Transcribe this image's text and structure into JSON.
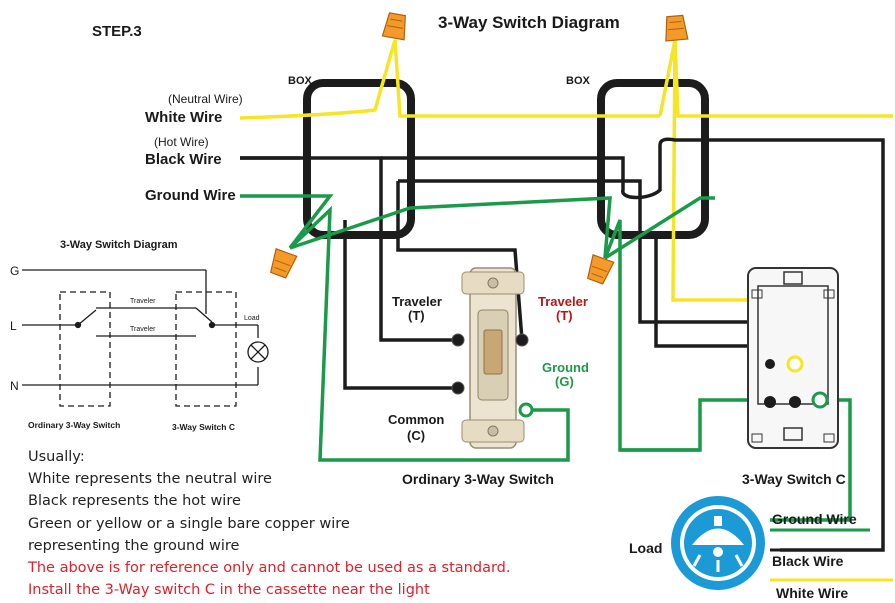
{
  "step_label": "STEP.3",
  "title": "3-Way Switch Diagram",
  "box_left_label": "BOX",
  "box_right_label": "BOX",
  "wires": {
    "neutral_note": "(Neutral Wire)",
    "white_wire": "White Wire",
    "hot_note": "(Hot Wire)",
    "black_wire": "Black  Wire",
    "ground_wire": "Ground  Wire"
  },
  "mini_diagram": {
    "title": "3-Way Switch Diagram",
    "g": "G",
    "l": "L",
    "n": "N",
    "traveler_top": "Traveler",
    "traveler_bottom": "Traveler",
    "load": "Load",
    "switch_left": "Ordinary 3-Way Switch",
    "switch_right": "3-Way Switch C"
  },
  "switch_left": {
    "traveler_left": "Traveler",
    "traveler_left_t": "(T)",
    "traveler_right": "Traveler",
    "traveler_right_t": "(T)",
    "ground": "Ground",
    "ground_g": "(G)",
    "common": "Common",
    "common_c": "(C)",
    "caption": "Ordinary 3-Way Switch"
  },
  "switch_right": {
    "caption": "3-Way Switch C"
  },
  "bottom_right": {
    "load": "Load",
    "ground_wire": "Ground  Wire",
    "black_wire": "Black  Wire",
    "white_wire": "White Wire"
  },
  "notes": {
    "usually": "Usually:",
    "line1": "White represents the neutral wire",
    "line2": "Black represents the hot wire",
    "line3": "Green or yellow or a single bare copper wire",
    "line4": "representing the ground wire",
    "warning1": "The above is for reference only and cannot be used as a standard.",
    "warning2": "Install the 3-Way switch C  in the cassette near the light"
  },
  "colors": {
    "neutral": "#f4e526",
    "hot": "#1c1c1c",
    "ground": "#1a9a4a",
    "accent_blue": "#1c9ad6",
    "warning": "#e0202a"
  }
}
